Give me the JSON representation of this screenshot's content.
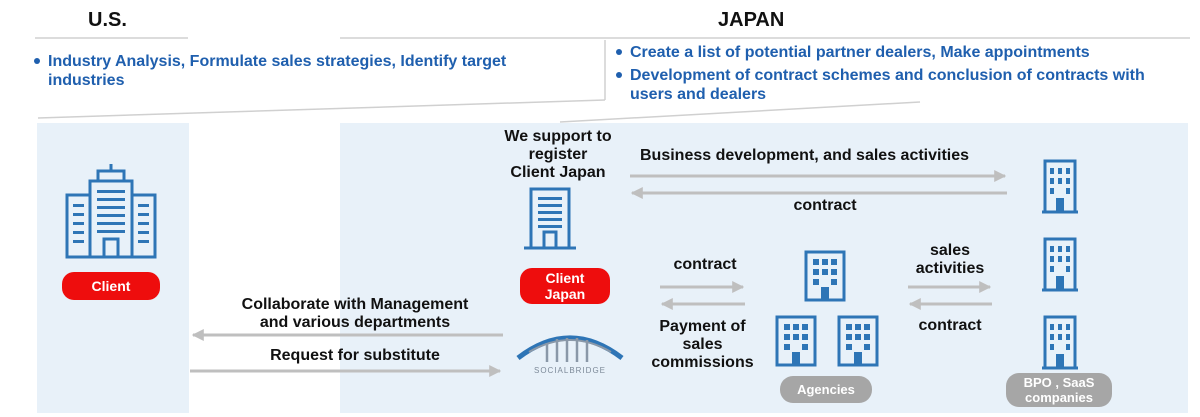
{
  "us": {
    "title": "U.S.",
    "bullets": [
      "Industry Analysis, Formulate sales strategies, Identify target",
      "industries"
    ]
  },
  "japan": {
    "title": "JAPAN",
    "bullets": [
      [
        "Create a list of potential partner dealers, Make appointments"
      ],
      [
        "Development of contract schemes and conclusion of contracts with",
        "users and dealers"
      ]
    ]
  },
  "labels": {
    "support": [
      "We support to",
      "register",
      "Client Japan"
    ],
    "business_dev": "Business development, and sales activities",
    "contract_top": "contract",
    "contract_mid": "contract",
    "payment": [
      "Payment of",
      "sales",
      "commissions"
    ],
    "sales_activities": [
      "sales",
      "activities"
    ],
    "contract_right": "contract",
    "collaborate": [
      "Collaborate with Management",
      "and various departments"
    ],
    "request": "Request for substitute"
  },
  "nodes": {
    "client": "Client",
    "client_japan": [
      "Client",
      "Japan"
    ],
    "agencies": "Agencies",
    "bpo": [
      "BPO , SaaS",
      "companies"
    ],
    "socialbridge": "SOCIALBRIDGE"
  },
  "icons": {
    "client": "office-tower-icon",
    "client_japan": "office-building-icon",
    "agency": "agency-building-icon",
    "bpo": "bpo-building-icon",
    "socialbridge": "bridge-logo-icon"
  },
  "colors": {
    "bullet_text": "#1f5fae",
    "icon_blue": "#2e75b6",
    "panel_bg": "#e8f1f9",
    "client_pill": "#ee0d0d",
    "grey_pill": "#a6a6a6",
    "arrow": "#bfbfbf"
  }
}
